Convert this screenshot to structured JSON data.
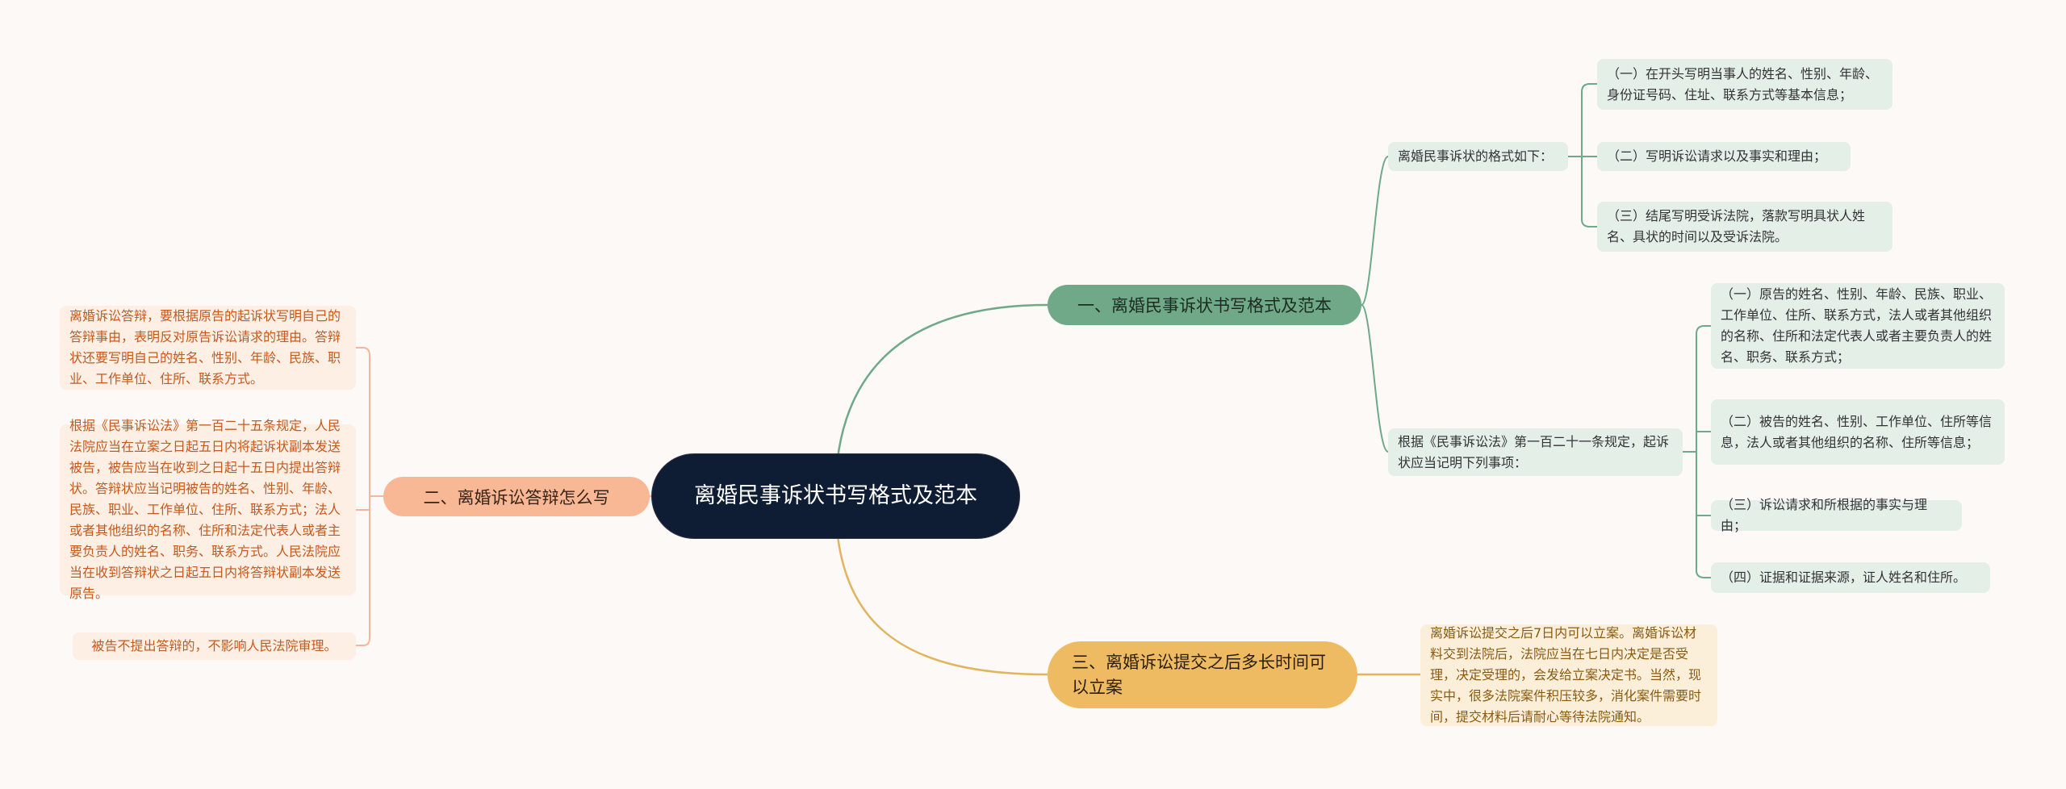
{
  "root": {
    "title": "离婚民事诉状书写格式及范本"
  },
  "colors": {
    "background": "#fdf9f7",
    "root": "#0e1c34",
    "branch1": "#6fa987",
    "branch2": "#f8b795",
    "branch3": "#efbb62"
  },
  "branch1": {
    "label": "一、离婚民事诉状书写格式及范本",
    "sub1": {
      "label": "离婚民事诉状的格式如下：",
      "items": [
        "（一）在开头写明当事人的姓名、性别、年龄、身份证号码、住址、联系方式等基本信息；",
        "（二）写明诉讼请求以及事实和理由；",
        "（三）结尾写明受诉法院，落款写明具状人姓名、具状的时间以及受诉法院。"
      ]
    },
    "sub2": {
      "label": "根据《民事诉讼法》第一百二十一条规定，起诉状应当记明下列事项：",
      "items": [
        "（一）原告的姓名、性别、年龄、民族、职业、工作单位、住所、联系方式，法人或者其他组织的名称、住所和法定代表人或者主要负责人的姓名、职务、联系方式；",
        "（二）被告的姓名、性别、工作单位、住所等信息，法人或者其他组织的名称、住所等信息；",
        "（三）诉讼请求和所根据的事实与理由；",
        "（四）证据和证据来源，证人姓名和住所。"
      ]
    }
  },
  "branch2": {
    "label": "二、离婚诉讼答辩怎么写",
    "items": [
      "离婚诉讼答辩，要根据原告的起诉状写明自己的答辩事由，表明反对原告诉讼请求的理由。答辩状还要写明自己的姓名、性别、年龄、民族、职业、工作单位、住所、联系方式。",
      "根据《民事诉讼法》第一百二十五条规定，人民法院应当在立案之日起五日内将起诉状副本发送被告，被告应当在收到之日起十五日内提出答辩状。答辩状应当记明被告的姓名、性别、年龄、民族、职业、工作单位、住所、联系方式；法人或者其他组织的名称、住所和法定代表人或者主要负责人的姓名、职务、联系方式。人民法院应当在收到答辩状之日起五日内将答辩状副本发送原告。",
      "被告不提出答辩的，不影响人民法院审理。"
    ]
  },
  "branch3": {
    "label": "三、离婚诉讼提交之后多长时间可以立案",
    "items": [
      "离婚诉讼提交之后7日内可以立案。离婚诉讼材料交到法院后，法院应当在七日内决定是否受理，决定受理的，会发给立案决定书。当然，现实中，很多法院案件积压较多，消化案件需要时间，提交材料后请耐心等待法院通知。"
    ]
  }
}
